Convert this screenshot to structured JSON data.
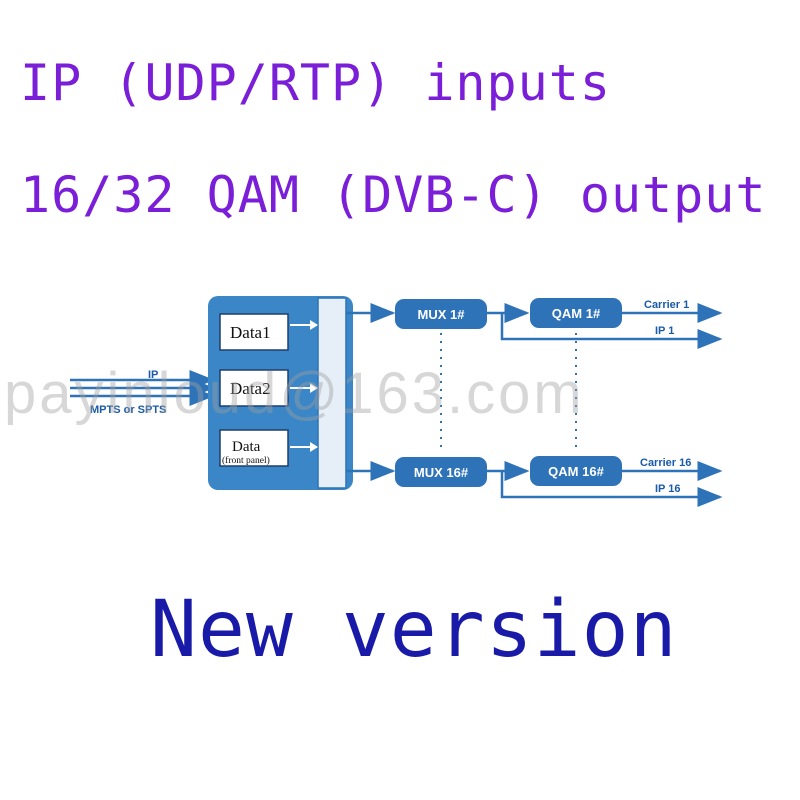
{
  "headline": {
    "line1": "IP (UDP/RTP) inputs",
    "line2": "16/32 QAM (DVB-C) output"
  },
  "diagram": {
    "input": {
      "label_top": "IP",
      "label_bottom": "MPTS or SPTS"
    },
    "data_boxes": [
      "Data1",
      "Data2",
      "Data"
    ],
    "data_box_sublabel": "(front panel)",
    "mux": [
      "MUX 1#",
      "MUX 16#"
    ],
    "qam": [
      "QAM 1#",
      "QAM 16#"
    ],
    "outputs": [
      {
        "carrier": "Carrier 1",
        "ip": "IP 1"
      },
      {
        "carrier": "Carrier 16",
        "ip": "IP 16"
      }
    ],
    "colors": {
      "box_blue": "#3b86c6",
      "mux_blue": "#2e72b8",
      "box_fill": "#ffffff",
      "arrow": "#2e72b8",
      "label": "#1a5aa8"
    }
  },
  "footer": {
    "title": "New version"
  },
  "watermark": "payinloud@163.com"
}
